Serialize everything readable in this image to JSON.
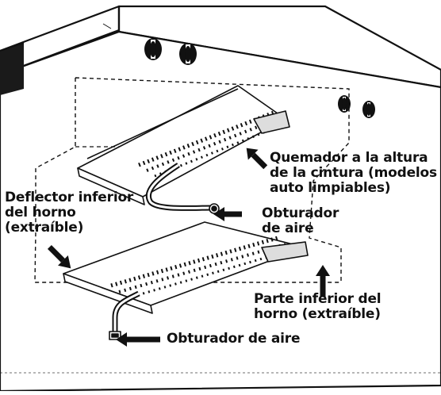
{
  "labels": {
    "quemador": "Quemador a la altura\nde la cintura (modelos\nauto limpiables)",
    "deflector": "Deflector inferior\ndel horno\n(extraíble)",
    "obturador_superior": "Obturador\nde aire",
    "parte_inferior": "Parte inferior del\nhorno (extraíble)",
    "obturador_inferior": "Obturador de aire"
  }
}
